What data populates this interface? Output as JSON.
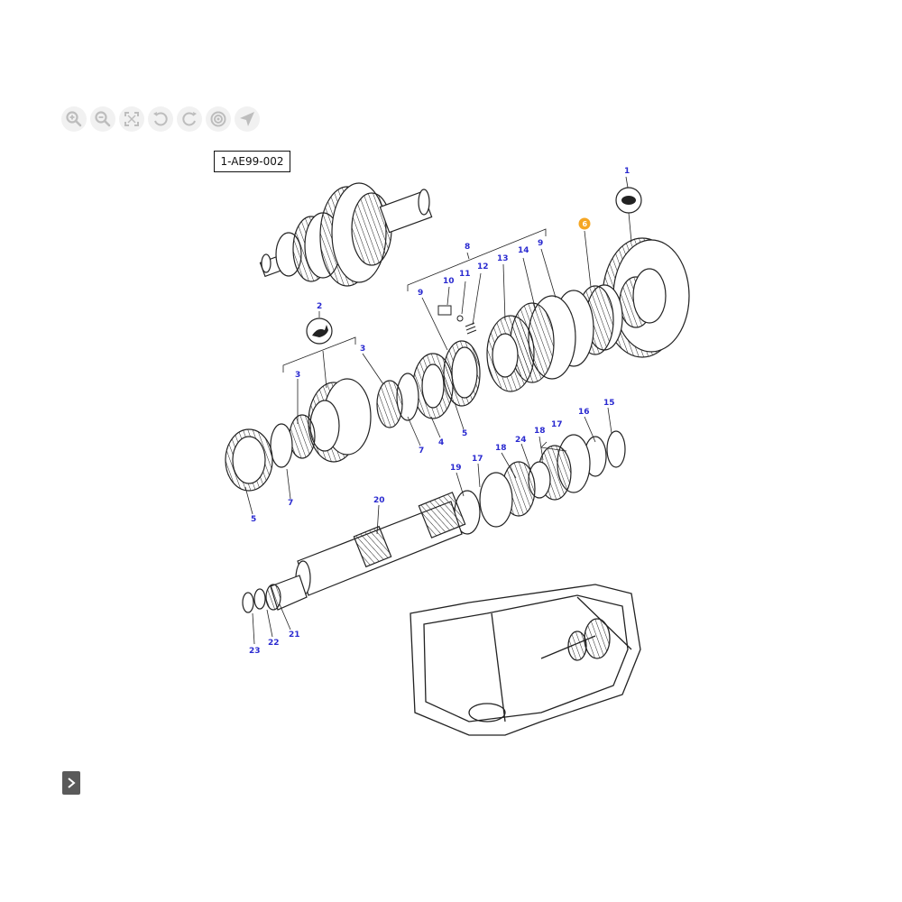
{
  "toolbar": {
    "tools": [
      {
        "name": "zoom-in-icon"
      },
      {
        "name": "zoom-out-icon"
      },
      {
        "name": "fit-screen-icon"
      },
      {
        "name": "rotate-left-icon"
      },
      {
        "name": "rotate-right-icon"
      },
      {
        "name": "target-icon"
      },
      {
        "name": "pointer-icon"
      }
    ],
    "color": "#c4c4c4"
  },
  "diagram": {
    "code": "1-AE99-002",
    "selected_callout": "6",
    "selected_color": "#f5a623",
    "callout_color": "#2a2ad0",
    "callouts": {
      "c1": "1",
      "c2": "2",
      "c3a": "3",
      "c3b": "3",
      "c4": "4",
      "c5a": "5",
      "c5b": "5",
      "c6": "6",
      "c7a": "7",
      "c7b": "7",
      "c8": "8",
      "c9a": "9",
      "c9b": "9",
      "c10": "10",
      "c11": "11",
      "c12": "12",
      "c13": "13",
      "c14": "14",
      "c15": "15",
      "c16": "16",
      "c17a": "17",
      "c17b": "17",
      "c18a": "18",
      "c18b": "18",
      "c19": "19",
      "c20": "20",
      "c21": "21",
      "c22": "22",
      "c23": "23",
      "c24": "24"
    }
  },
  "navigation": {
    "next_icon": "chevron-right-icon"
  }
}
